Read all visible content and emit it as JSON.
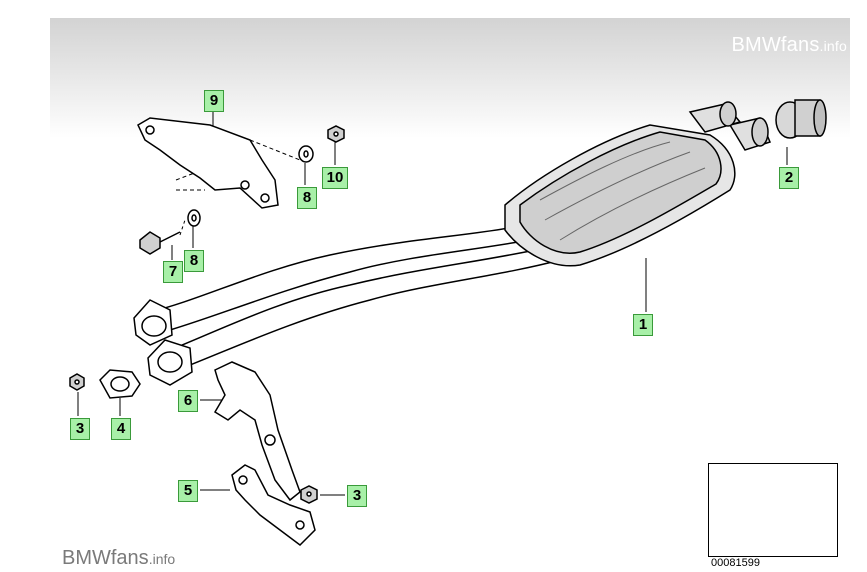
{
  "watermark": {
    "top_brand": "BMWfans",
    "top_suffix": ".info",
    "bottom_brand": "BMWfans",
    "bottom_suffix": ".info"
  },
  "callouts": [
    {
      "id": "1",
      "label": "1"
    },
    {
      "id": "2",
      "label": "2"
    },
    {
      "id": "3a",
      "label": "3"
    },
    {
      "id": "3b",
      "label": "3"
    },
    {
      "id": "4",
      "label": "4"
    },
    {
      "id": "5",
      "label": "5"
    },
    {
      "id": "6",
      "label": "6"
    },
    {
      "id": "7",
      "label": "7"
    },
    {
      "id": "8a",
      "label": "8"
    },
    {
      "id": "8b",
      "label": "8"
    },
    {
      "id": "9",
      "label": "9"
    },
    {
      "id": "10",
      "label": "10"
    }
  ],
  "inset": {
    "drawing_number": "00081599"
  }
}
